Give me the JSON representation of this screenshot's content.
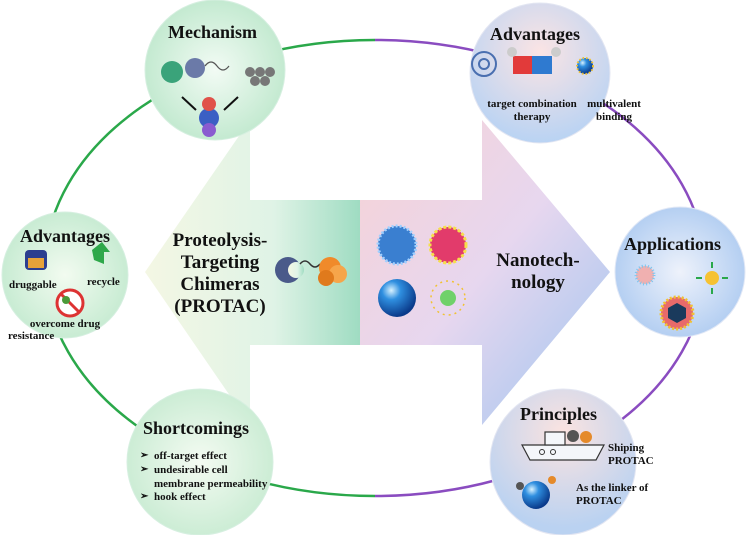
{
  "center": {
    "left": {
      "line1": "Proteolysis-",
      "line2": "Targeting",
      "line3": "Chimeras",
      "line4": "(PROTAC)"
    },
    "right": {
      "line1": "Nanotech-",
      "line2": "nology"
    }
  },
  "mechanism": {
    "title": "Mechanism"
  },
  "advantages_protac": {
    "title": "Advantages",
    "items": [
      "druggable",
      "recycle",
      "overcome drug",
      "resistance"
    ]
  },
  "shortcomings": {
    "title": "Shortcomings",
    "items": [
      "off-target effect",
      "undesirable cell",
      "membrane permeability",
      "hook effect"
    ]
  },
  "advantages_nano": {
    "title": "Advantages",
    "items": [
      "target combination",
      "therapy",
      "multivalent",
      "binding"
    ]
  },
  "applications": {
    "title": "Applications"
  },
  "principles": {
    "title": "Principles",
    "items": [
      "Shiping",
      "PROTAC",
      "As the linker of",
      "PROTAC"
    ]
  },
  "colors": {
    "ring_green": "#2aa84a",
    "ring_purple": "#8a4cc0",
    "arrow_green": "#cfeedd",
    "arrow_blue": "#b9d3f2",
    "arrow_pink": "#f6cfc8"
  }
}
